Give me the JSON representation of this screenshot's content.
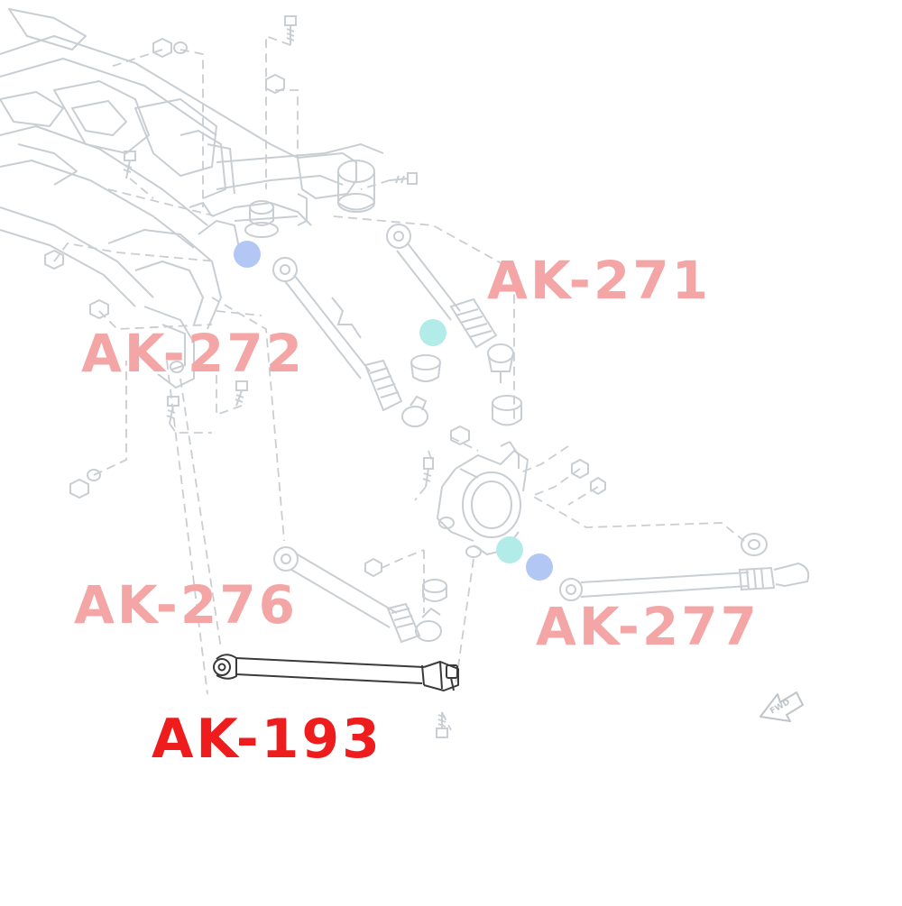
{
  "labels": {
    "ak271": "AK-271",
    "ak272": "AK-272",
    "ak276": "AK-276",
    "ak277": "AK-277",
    "ak193": "AK-193"
  },
  "fwd_text": "FWD",
  "colors": {
    "faded_label": "#f4a6a6",
    "highlight_label": "#ee1c1c",
    "marker_blue": "#b3c7f5",
    "marker_teal": "#b2ece8",
    "ghost_line": "#c9ced3",
    "active_line": "#3a3a3a"
  }
}
